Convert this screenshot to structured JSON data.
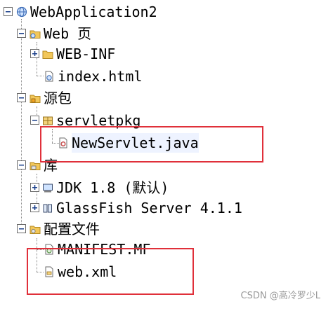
{
  "tree": {
    "root": {
      "label": "WebApplication2",
      "icon": "globe-icon",
      "expanded": true
    },
    "web_pages": {
      "label": "Web 页",
      "expanded": true,
      "children": [
        {
          "label": "WEB-INF",
          "icon": "folder-icon",
          "expanded": false
        },
        {
          "label": "index.html",
          "icon": "html-file-icon"
        }
      ]
    },
    "source_packages": {
      "label": "源包",
      "expanded": true,
      "package": {
        "label": "servletpkg",
        "icon": "package-icon",
        "expanded": true
      },
      "file": {
        "label": "NewServlet.java",
        "icon": "java-file-icon"
      }
    },
    "libraries": {
      "label": "库",
      "expanded": true,
      "children": [
        {
          "label": "JDK 1.8 (默认)",
          "icon": "jdk-library-icon",
          "expanded": false
        },
        {
          "label": "GlassFish Server 4.1.1",
          "icon": "server-library-icon",
          "expanded": false
        }
      ]
    },
    "config_files": {
      "label": "配置文件",
      "expanded": true,
      "children": [
        {
          "label": "MANIFEST.MF",
          "icon": "manifest-file-icon"
        },
        {
          "label": "web.xml",
          "icon": "xml-file-icon"
        }
      ]
    }
  },
  "watermark": "CSDN @高冷罗少L",
  "colors": {
    "highlight_border": "#e0303a",
    "tree_lines": "#8a8a8a"
  }
}
